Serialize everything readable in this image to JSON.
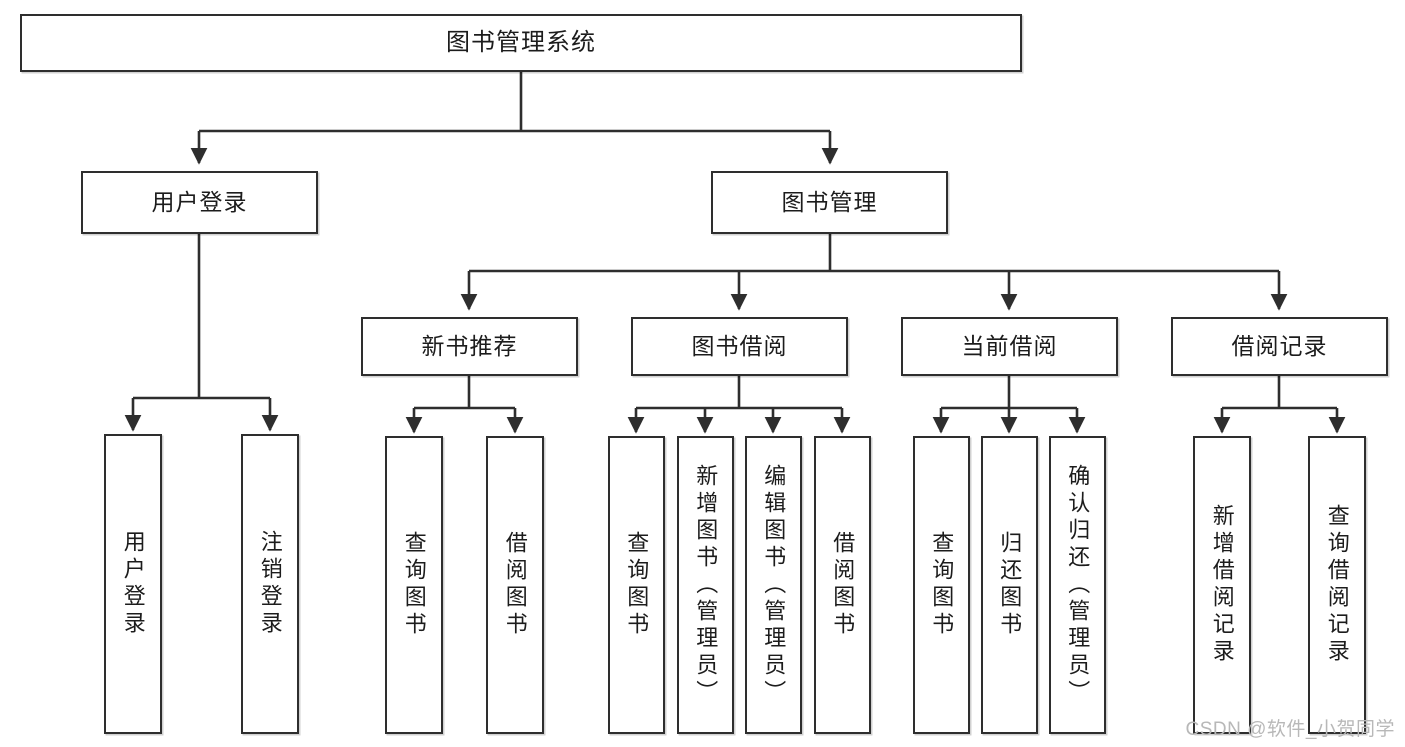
{
  "diagram": {
    "type": "hierarchy-tree",
    "title": "图书管理系统",
    "orientation": "top-down",
    "colors": {
      "box_border": "#2e2e2e",
      "box_fill": "#ffffff",
      "connector": "#2e2e2e",
      "text": "#1c1c1c",
      "watermark": "#b8b8b8"
    },
    "levels": {
      "root": {
        "label": "图书管理系统"
      },
      "level2": [
        {
          "label": "用户登录"
        },
        {
          "label": "图书管理"
        }
      ],
      "level3": [
        {
          "label": "新书推荐"
        },
        {
          "label": "图书借阅"
        },
        {
          "label": "当前借阅"
        },
        {
          "label": "借阅记录"
        }
      ]
    },
    "leaves": {
      "user_login": [
        {
          "label": "用户登录"
        },
        {
          "label": "注销登录"
        }
      ],
      "new_book_recommend": [
        {
          "label": "查询图书"
        },
        {
          "label": "借阅图书"
        }
      ],
      "book_borrow": [
        {
          "label": "查询图书"
        },
        {
          "label": "新增图书（管理员）"
        },
        {
          "label": "编辑图书（管理员）"
        },
        {
          "label": "借阅图书"
        }
      ],
      "current_borrow": [
        {
          "label": "查询图书"
        },
        {
          "label": "归还图书"
        },
        {
          "label": "确认归还（管理员）"
        }
      ],
      "borrow_record": [
        {
          "label": "新增借阅记录"
        },
        {
          "label": "查询借阅记录"
        }
      ]
    },
    "watermark": "CSDN @软件_小贺同学"
  }
}
